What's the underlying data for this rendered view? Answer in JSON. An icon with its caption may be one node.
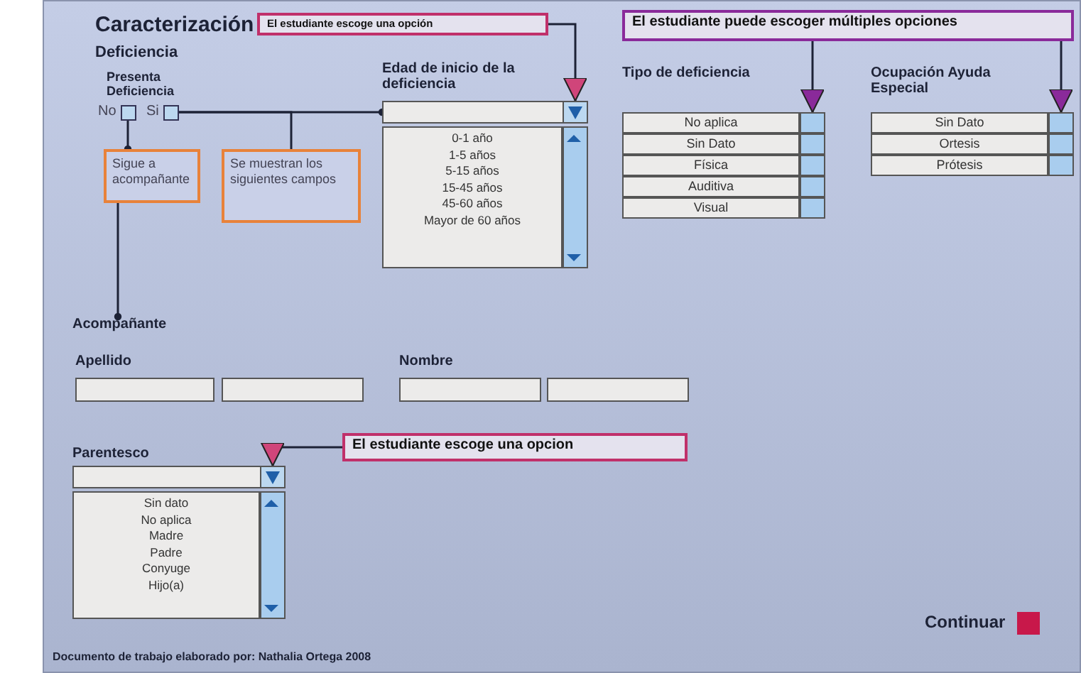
{
  "diagram": {
    "title": "Caracterización",
    "nodes": [
      {
        "text": [
          "No"
        ]
      },
      {
        "text": [
          "Si"
        ]
      },
      {
        "text": [
          "Sigue a acompañante"
        ]
      },
      {
        "text": [
          "Se muestran los siguientes campos"
        ]
      },
      {
        "text": [
          "Edad de inicio de la deficiencia",
          "0-1 año",
          "1-5 años",
          "5-15 años",
          "15-45 años",
          "45-60 años",
          "Mayor de 60 años"
        ]
      },
      {
        "text": [
          "El estudiante escoge una opción"
        ]
      },
      {
        "text": [
          "El estudiante puede escoger múltiples opciones"
        ]
      },
      {
        "text": [
          "Tipo de deficiencia",
          "No aplica",
          "Sin Dato",
          "Física",
          "Auditiva",
          "Visual"
        ]
      },
      {
        "text": [
          "Ocupación Ayuda Especial",
          "Sin Dato",
          "Ortesis",
          "Prótesis"
        ]
      },
      {
        "text": [
          "Acompañante"
        ]
      },
      {
        "text": [
          "Parentesco",
          "Sin dato",
          "No aplica",
          "Madre",
          "Padre",
          "Conyuge",
          "Hijo(a)"
        ]
      },
      {
        "text": [
          "El estudiante escoge una opcion"
        ]
      }
    ],
    "edges": [
      {
        "from": 0,
        "to": 2,
        "arrow": "other"
      },
      {
        "from": 2,
        "to": 9,
        "arrow": "other"
      },
      {
        "from": 1,
        "to": 4,
        "arrow": "other"
      },
      {
        "from": 1,
        "to": 3,
        "arrow": "none"
      },
      {
        "from": 5,
        "to": 4,
        "arrow": "to"
      },
      {
        "from": 6,
        "to": 7,
        "arrow": "to"
      },
      {
        "from": 6,
        "to": 8,
        "arrow": "to"
      },
      {
        "from": 11,
        "to": 10,
        "arrow": "to"
      }
    ],
    "labels": [
      "Deficiencia",
      "Presenta Deficiencia",
      "Apellido",
      "Nombre",
      "Continuar",
      "Documento de trabajo elaborado por: Nathalia Ortega 2008"
    ]
  }
}
